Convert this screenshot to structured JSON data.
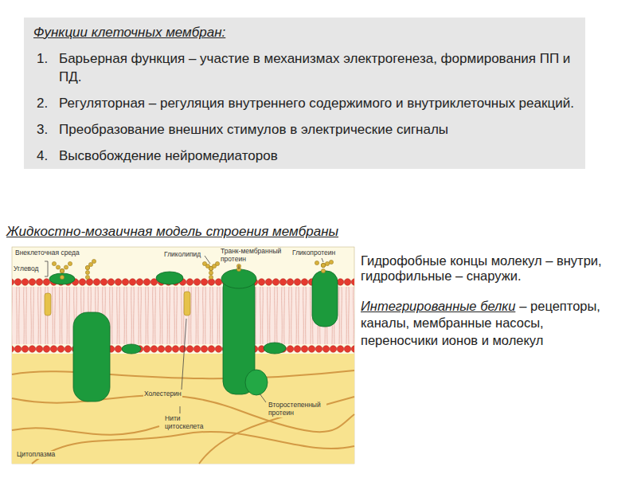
{
  "diagram": {
    "nodes": [
      {
        "text": [
          "Функции клеточных мембран:",
          "1.",
          "Барьерная функция – участие в механизмах электрогенеза, формирования ПП и ПД.",
          "2.",
          "Регуляторная – регуляция внутреннего содержимого и внутриклеточных реакций.",
          "3.",
          "Преобразование внешних стимулов в электрические сигналы",
          "4.",
          "Высвобождение нейромедиаторов"
        ]
      }
    ],
    "labels": [
      "Жидкостно-мозаичная модель строения мембраны",
      "Внеклеточная среда",
      "Углевод",
      "Гликолипид",
      "Транк-мембранный протеин",
      "Гликопротеин",
      "Холестерин",
      "Нити цитоскелета",
      "Второстепенный протеин",
      "Цитоплазма",
      "Гидрофобные концы молекул – внутри, гидрофильные – снаружи.",
      "Интегрированные белки",
      "– рецепторы, каналы, мембранные насосы, переносчики ионов и молекул"
    ]
  }
}
